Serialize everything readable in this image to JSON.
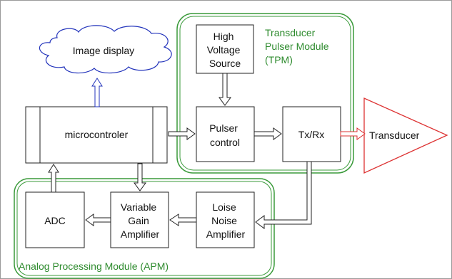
{
  "modules": {
    "tpm_label": [
      "Transducer",
      "Pulser Module",
      "(TPM)"
    ],
    "apm_label": "Analog Processing Module (APM)"
  },
  "blocks": {
    "image_display": "Image display",
    "microcontroller": "microcontroler",
    "high_voltage_source": [
      "High",
      "Voltage",
      "Source"
    ],
    "pulser_control": [
      "Pulser",
      "control"
    ],
    "txrx": "Tx/Rx",
    "transducer": "Transducer",
    "adc": "ADC",
    "vga": [
      "Variable",
      "Gain",
      "Amplifier"
    ],
    "lna": [
      "Loise",
      "Noise",
      "Amplifier"
    ]
  },
  "colors": {
    "module_border": "#3a9a3a",
    "module_text": "#2e8b2e",
    "transducer": "#dd3333",
    "display": "#2233bb",
    "block_border": "#222222"
  }
}
